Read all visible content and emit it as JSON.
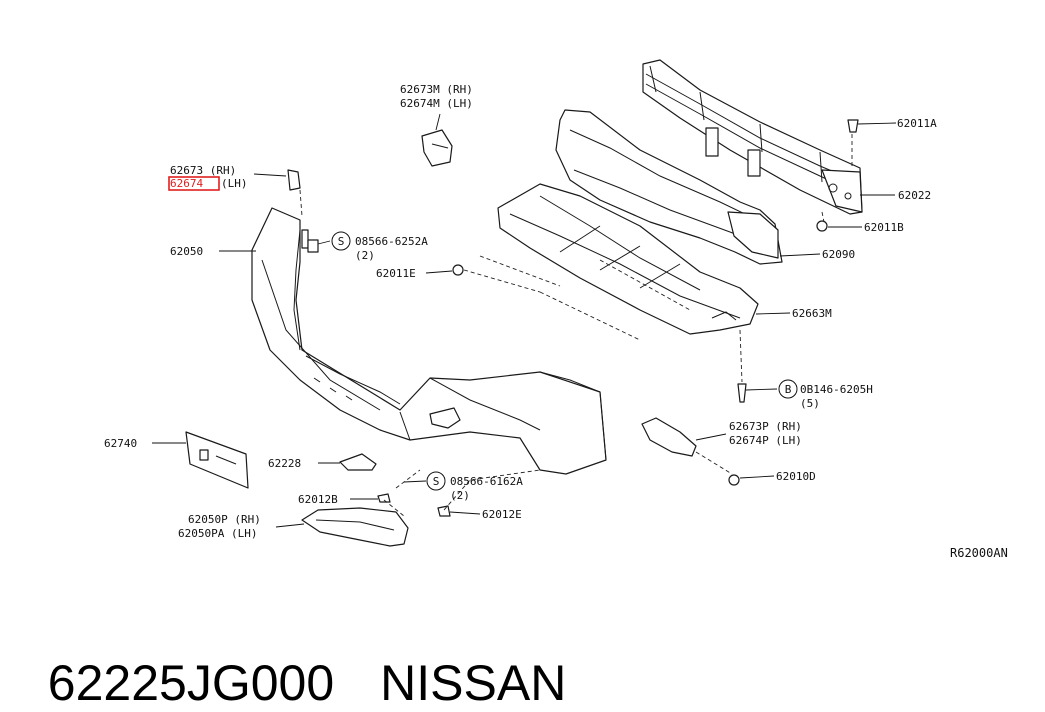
{
  "diagram": {
    "reference_code": "R62000AN",
    "highlight_color": "#e02020",
    "labels": {
      "p62673m_rh": "62673M (RH)",
      "p62674m_lh": "62674M (LH)",
      "p62673_rh": "62673 (RH)",
      "p62674_lh_part": "62674",
      "p62674_lh_side": "(LH)",
      "p62011a": "62011A",
      "p62022": "62022",
      "p62011b": "62011B",
      "p62050": "62050",
      "s_screw_a": "08566-6252A",
      "s_screw_a_qty": "(2)",
      "p62090": "62090",
      "p62011e": "62011E",
      "p62663m": "62663M",
      "b_bolt": "0B146-6205H",
      "b_bolt_qty": "(5)",
      "p62673p_rh": "62673P (RH)",
      "p62674p_lh": "62674P (LH)",
      "p62740": "62740",
      "p62228": "62228",
      "s_screw_b": "08566-6162A",
      "s_screw_b_qty": "(2)",
      "p62010d": "62010D",
      "p62012b": "62012B",
      "p62012e": "62012E",
      "p62050p_rh": "62050P (RH)",
      "p62050pa_lh": "62050PA (LH)",
      "s_symbol": "S",
      "s_symbol_2": "S",
      "b_symbol": "B"
    }
  },
  "caption": {
    "part_number": "62225JG000",
    "brand": "NISSAN"
  }
}
